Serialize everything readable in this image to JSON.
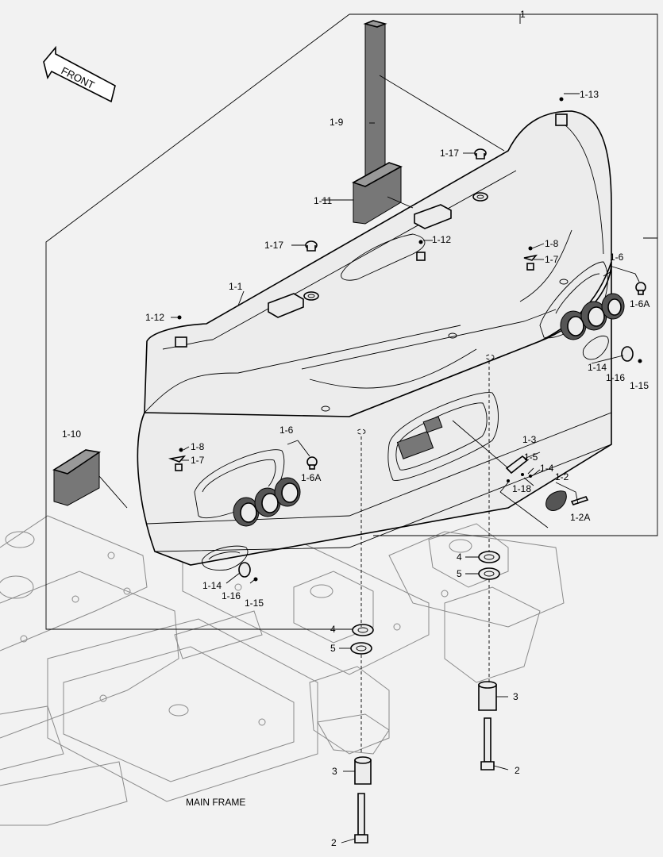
{
  "labels": {
    "assembly": "1",
    "front": "FRONT",
    "main_frame": "MAIN FRAME",
    "p1_1": "1-1",
    "p1_2": "1-2",
    "p1_2a": "1-2A",
    "p1_3": "1-3",
    "p1_4": "1-4",
    "p1_5": "1-5",
    "p1_6_left": "1-6",
    "p1_6_right": "1-6",
    "p1_6a_left": "1-6A",
    "p1_6a_right": "1-6A",
    "p1_7_left": "1-7",
    "p1_7_right": "1-7",
    "p1_8_left": "1-8",
    "p1_8_right": "1-8",
    "p1_9": "1-9",
    "p1_10": "1-10",
    "p1_11": "1-11",
    "p1_12_left": "1-12",
    "p1_12_right": "1-12",
    "p1_13": "1-13",
    "p1_14_left": "1-14",
    "p1_14_right": "1-14",
    "p1_15_left": "1-15",
    "p1_15_right": "1-15",
    "p1_16_left": "1-16",
    "p1_16_right": "1-16",
    "p1_17_top": "1-17",
    "p1_17_mid": "1-17",
    "p1_18": "1-18",
    "p2_left": "2",
    "p2_right": "2",
    "p3_left": "3",
    "p3_right": "3",
    "p4_left": "4",
    "p4_right": "4",
    "p5_left": "5",
    "p5_right": "5"
  },
  "colors": {
    "background": "#f2f2f2",
    "line": "#000000",
    "part_fill": "#ececec",
    "dark_part": "#555555",
    "frame_line": "#8a8a8a"
  }
}
